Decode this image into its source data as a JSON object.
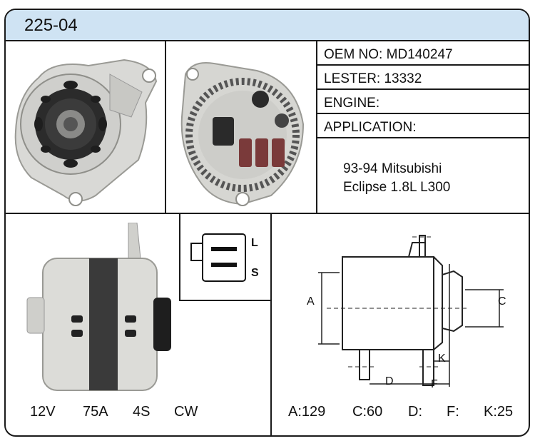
{
  "header": {
    "part_number": "225-04"
  },
  "specs": {
    "oem_label": "OEM NO:",
    "oem_value": "MD140247",
    "lester_label": "LESTER:",
    "lester_value": "13332",
    "engine_label": "ENGINE:",
    "engine_value": "",
    "application_label": "APPLICATION:",
    "application_value": ""
  },
  "application_lines": [
    "93-94 Mitsubishi",
    "Eclipse 1.8L L300"
  ],
  "connector": {
    "pin_top": "L",
    "pin_bottom": "S"
  },
  "ratings": {
    "voltage": "12V",
    "amperage": "75A",
    "grooves": "4S",
    "rotation": "CW"
  },
  "diagram_labels": {
    "a": "A",
    "c": "C",
    "d": "D",
    "f": "F",
    "k": "K"
  },
  "dimensions": {
    "a": "A:129",
    "c": "C:60",
    "d": "D:",
    "f": "F:",
    "k": "K:25"
  },
  "colors": {
    "header_bg": "#cfe3f3",
    "border": "#1a1a1a"
  }
}
